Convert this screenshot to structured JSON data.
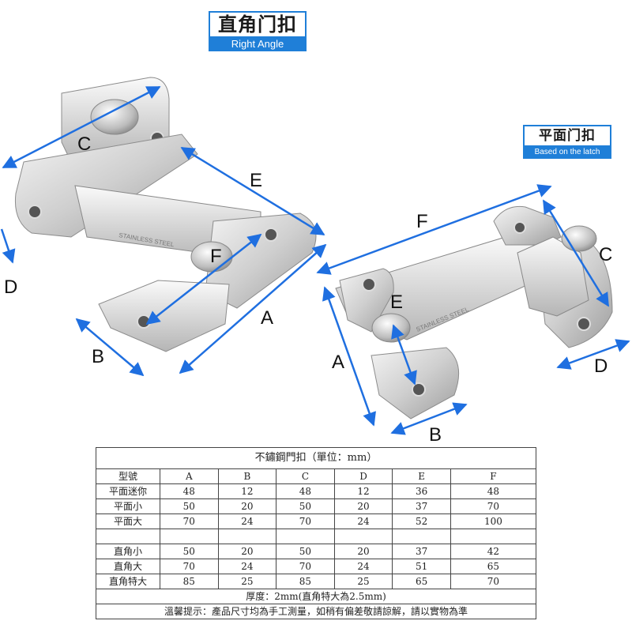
{
  "badges": {
    "right_angle": {
      "title": "直角门扣",
      "subtitle": "Right Angle"
    },
    "flat": {
      "title": "平面门扣",
      "subtitle": "Based on the latch"
    }
  },
  "dimension_labels": {
    "right_angle": {
      "A": "A",
      "B": "B",
      "C": "C",
      "D": "D",
      "E": "E",
      "F": "F"
    },
    "flat": {
      "A": "A",
      "B": "B",
      "C": "C",
      "D": "D",
      "E": "E",
      "F": "F"
    }
  },
  "engraving": "STAINLESS STEEL",
  "table": {
    "title": "不鏽鋼門扣（單位：mm）",
    "headers": [
      "型號",
      "A",
      "B",
      "C",
      "D",
      "E",
      "F"
    ],
    "rows": [
      [
        "平面迷你",
        "48",
        "12",
        "48",
        "12",
        "36",
        "48"
      ],
      [
        "平面小",
        "50",
        "20",
        "50",
        "20",
        "37",
        "70"
      ],
      [
        "平面大",
        "70",
        "24",
        "70",
        "24",
        "52",
        "100"
      ],
      [
        "",
        "",
        "",
        "",
        "",
        "",
        ""
      ],
      [
        "直角小",
        "50",
        "20",
        "50",
        "20",
        "37",
        "42"
      ],
      [
        "直角大",
        "70",
        "24",
        "70",
        "24",
        "51",
        "65"
      ],
      [
        "直角特大",
        "85",
        "25",
        "85",
        "25",
        "65",
        "70"
      ]
    ],
    "thickness_note": "厚度：2mm(直角特大為2.5mm)",
    "footer_note": "溫馨提示：產品尺寸均為手工測量，如稍有偏差敬請諒解，請以實物為準"
  },
  "colors": {
    "accent": "#1f7fd8",
    "arrow": "#1f6fe0",
    "steel_light": "#e9e9e9",
    "steel_dark": "#9a9a9a"
  }
}
